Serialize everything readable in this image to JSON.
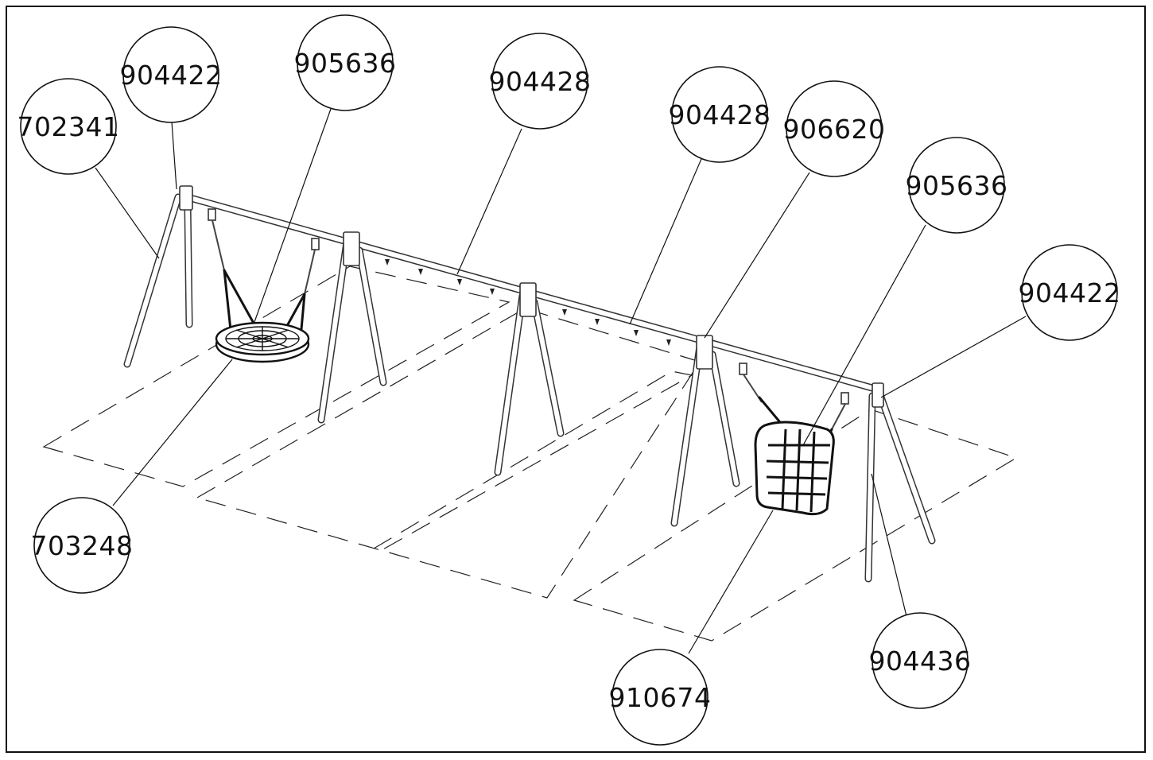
{
  "callouts": [
    {
      "id": "c1",
      "label": "702341"
    },
    {
      "id": "c2",
      "label": "904422"
    },
    {
      "id": "c3",
      "label": "905636"
    },
    {
      "id": "c4",
      "label": "904428"
    },
    {
      "id": "c5",
      "label": "904428"
    },
    {
      "id": "c6",
      "label": "906620"
    },
    {
      "id": "c7",
      "label": "905636"
    },
    {
      "id": "c8",
      "label": "904422"
    },
    {
      "id": "c9",
      "label": "703248"
    },
    {
      "id": "c10",
      "label": "910674"
    },
    {
      "id": "c11",
      "label": "904436"
    }
  ]
}
